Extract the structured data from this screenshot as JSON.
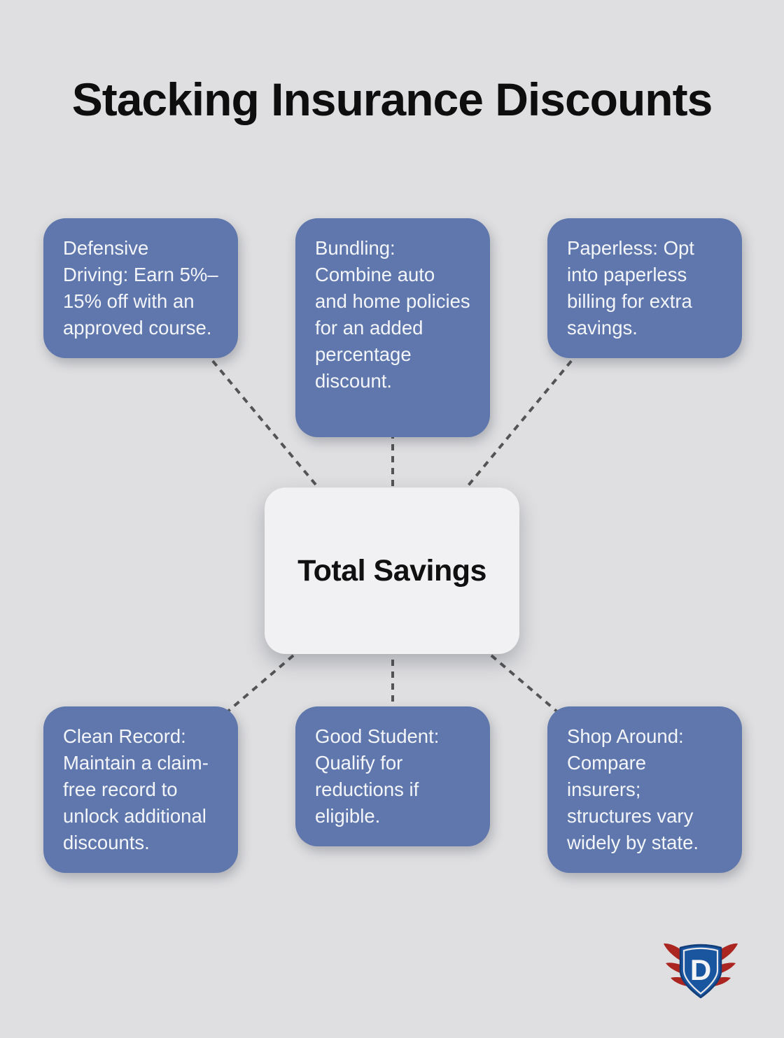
{
  "title": "Stacking Insurance Discounts",
  "center": {
    "label": "Total Savings"
  },
  "nodes": [
    {
      "id": "defensive-driving",
      "text": "Defensive Driving: Earn 5%–15% off with an approved course."
    },
    {
      "id": "bundling",
      "text": "Bundling: Combine auto and home policies for an added percentage discount."
    },
    {
      "id": "paperless",
      "text": "Paperless: Opt into paperless billing for extra savings."
    },
    {
      "id": "clean-record",
      "text": "Clean Record: Maintain a claim-free record to unlock additional discounts."
    },
    {
      "id": "good-student",
      "text": "Good Student: Qualify for reductions if eligible."
    },
    {
      "id": "shop-around",
      "text": "Shop Around: Compare insurers; structures vary widely by state."
    }
  ],
  "logo": {
    "letter": "D"
  },
  "colors": {
    "background": "#dfdfe1",
    "node_fill": "#5f77ac",
    "node_text": "#f3f5f9",
    "center_fill": "#f1f1f4",
    "center_text": "#101010",
    "title_text": "#0e0e0e",
    "connector": "#545454",
    "logo_shield_blue": "#1a55a0",
    "logo_shield_edge": "#123d78",
    "logo_wing_red": "#ab2620",
    "logo_letter_white": "#f4f4f6"
  }
}
